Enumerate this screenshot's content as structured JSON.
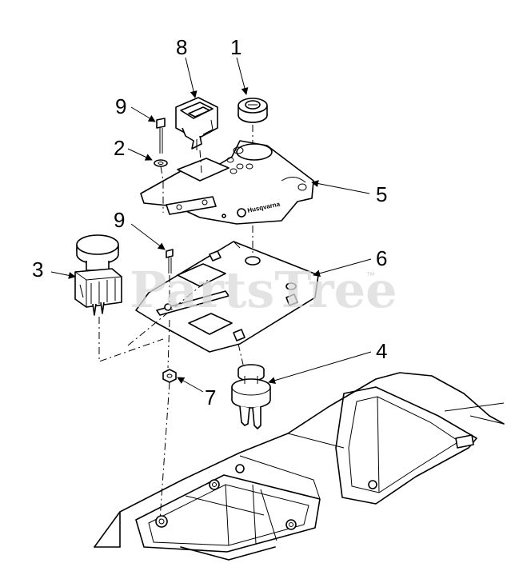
{
  "watermark": {
    "text": "PartsTree",
    "trademark": "™"
  },
  "plate_label": "Husqvarna",
  "callouts": [
    {
      "id": "callout-1",
      "label": "1"
    },
    {
      "id": "callout-2",
      "label": "2"
    },
    {
      "id": "callout-3",
      "label": "3"
    },
    {
      "id": "callout-4",
      "label": "4"
    },
    {
      "id": "callout-5",
      "label": "5"
    },
    {
      "id": "callout-6",
      "label": "6"
    },
    {
      "id": "callout-7",
      "label": "7"
    },
    {
      "id": "callout-8",
      "label": "8"
    },
    {
      "id": "callout-9a",
      "label": "9"
    },
    {
      "id": "callout-9b",
      "label": "9"
    }
  ]
}
